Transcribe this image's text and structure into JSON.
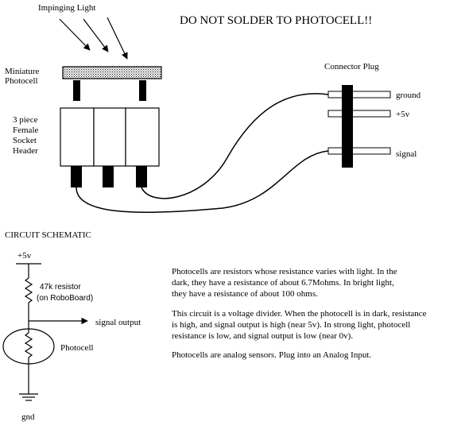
{
  "diagram": {
    "warning": "DO NOT SOLDER TO PHOTOCELL!!",
    "impinging_light": "Impinging Light",
    "photocell_label": [
      "Miniature",
      "Photocell"
    ],
    "header_label": [
      "3 piece",
      "Female",
      "Socket",
      "Header"
    ],
    "connector_plug": "Connector Plug",
    "pins": {
      "ground": "ground",
      "plus5v": "+5v",
      "signal": "signal"
    }
  },
  "schematic": {
    "title": "CIRCUIT SCHEMATIC",
    "vcc": "+5v",
    "resistor": "47k resistor",
    "resistor_note": "(on RoboBoard)",
    "signal_output": "signal output",
    "photocell": "Photocell",
    "gnd": "gnd"
  },
  "description": {
    "p1": [
      "Photocells are resistors whose resistance varies with light.  In the",
      "dark, they have a resistance of about 6.7Mohms.  In bright light,",
      "they have a resistance of about 100 ohms."
    ],
    "p2": [
      "This circuit is a voltage divider.  When the photocell is in dark, resistance",
      "is high, and signal output is high (near 5v).  In strong light, photocell",
      "resistance is low, and signal output is low (near 0v)."
    ],
    "p3": [
      "Photocells are analog sensors.  Plug into an Analog Input."
    ]
  }
}
